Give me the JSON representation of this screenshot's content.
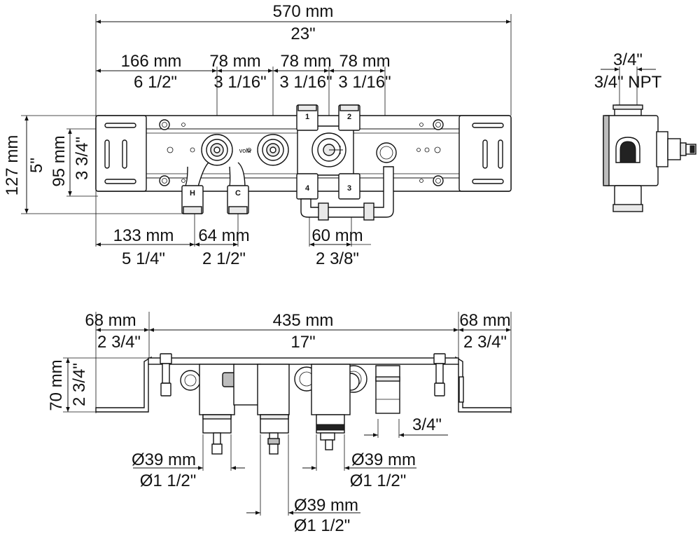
{
  "front_view": {
    "overall_width_mm": "570 mm",
    "overall_width_in": "23\"",
    "seg1_mm": "166 mm",
    "seg1_in": "6 1/2\"",
    "seg2_mm": "78 mm",
    "seg2_in": "3 1/16\"",
    "seg3_mm": "78 mm",
    "seg3_in": "3 1/16\"",
    "seg4_mm": "78 mm",
    "seg4_in": "3 1/16\"",
    "height_outer_mm": "127 mm",
    "height_outer_in": "5\"",
    "height_inner_mm": "95 mm",
    "height_inner_in": "3 3/4\"",
    "bottom1_mm": "133 mm",
    "bottom1_in": "5 1/4\"",
    "bottom2_mm": "64 mm",
    "bottom2_in": "2 1/2\"",
    "bottom3_mm": "60 mm",
    "bottom3_in": "2 3/8\"",
    "port_hot": "H",
    "port_cold": "C",
    "port_1": "1",
    "port_2": "2",
    "port_3": "3",
    "port_4": "4",
    "brand": "vola"
  },
  "side_view": {
    "pipe_size": "3/4\"",
    "thread": "3/4\" NPT"
  },
  "top_view": {
    "left_mm": "68 mm",
    "left_in": "2 3/4\"",
    "center_mm": "435 mm",
    "center_in": "17\"",
    "right_mm": "68 mm",
    "right_in": "2 3/4\"",
    "depth_mm": "70 mm",
    "depth_in": "2 3/4\"",
    "outlet_size": "3/4\"",
    "dia_left_mm": "Ø39 mm",
    "dia_left_in": "Ø1 1/2\"",
    "dia_right_mm": "Ø39 mm",
    "dia_right_in": "Ø1 1/2\"",
    "dia_center_mm": "Ø39 mm",
    "dia_center_in": "Ø1 1/2\""
  }
}
